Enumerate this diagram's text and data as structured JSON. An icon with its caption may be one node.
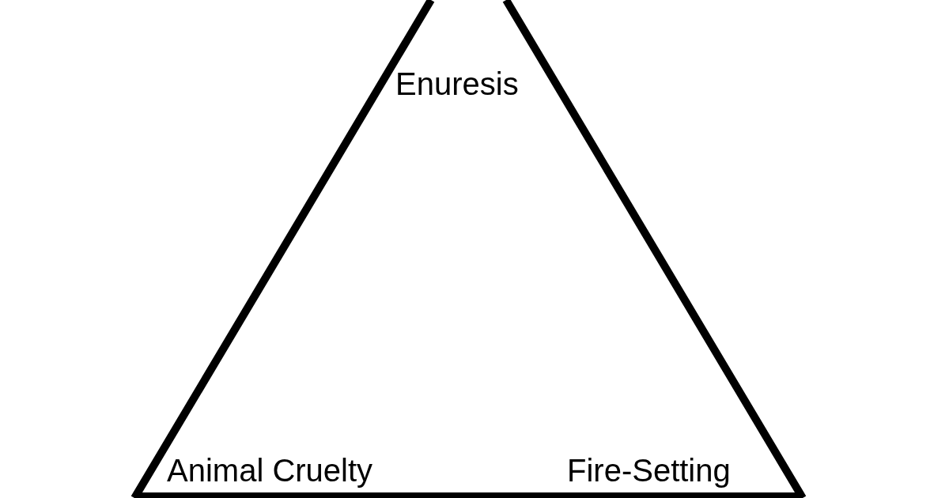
{
  "diagram": {
    "nodes": [
      {
        "text": [
          "Enuresis",
          "Animal Cruelty",
          "Fire-Setting"
        ]
      }
    ]
  }
}
